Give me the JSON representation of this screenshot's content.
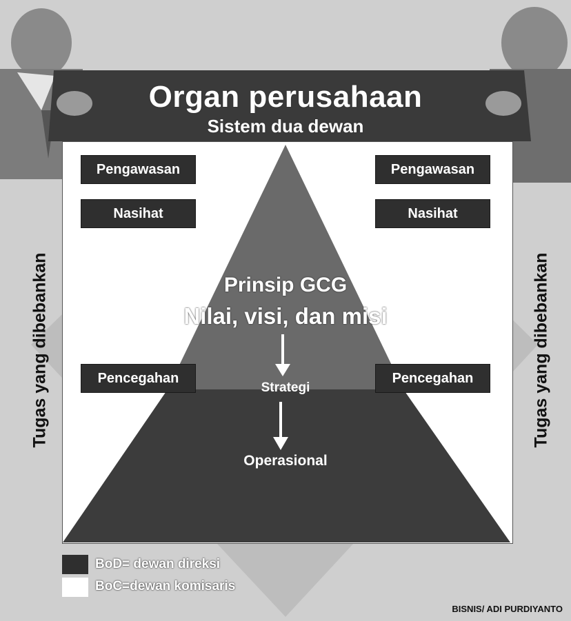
{
  "header": {
    "title": "Organ perusahaan",
    "subtitle": "Sistem dua dewan"
  },
  "left_column": {
    "duty_1": "Pengawasan",
    "duty_2": "Nasihat",
    "duty_3": "Pencegahan",
    "side_label": "Tugas yang dibebankan"
  },
  "right_column": {
    "duty_1": "Pengawasan",
    "duty_2": "Nasihat",
    "duty_3": "Pencegahan",
    "side_label": "Tugas yang dibebankan"
  },
  "pyramid": {
    "principle": "Prinsip GCG",
    "values": "Nilai, visi, dan misi",
    "level_1": "Strategi",
    "level_2": "Operasional"
  },
  "legend": {
    "bod": "BoD= dewan direksi",
    "boc": "BoC=dewan komisaris"
  },
  "credit": "BISNIS/ ADI PURDIYANTO",
  "colors": {
    "dark": "#2f2f2f",
    "mid_gray": "#5a5a5a",
    "light_gray": "#cfcfcf",
    "white": "#ffffff"
  }
}
